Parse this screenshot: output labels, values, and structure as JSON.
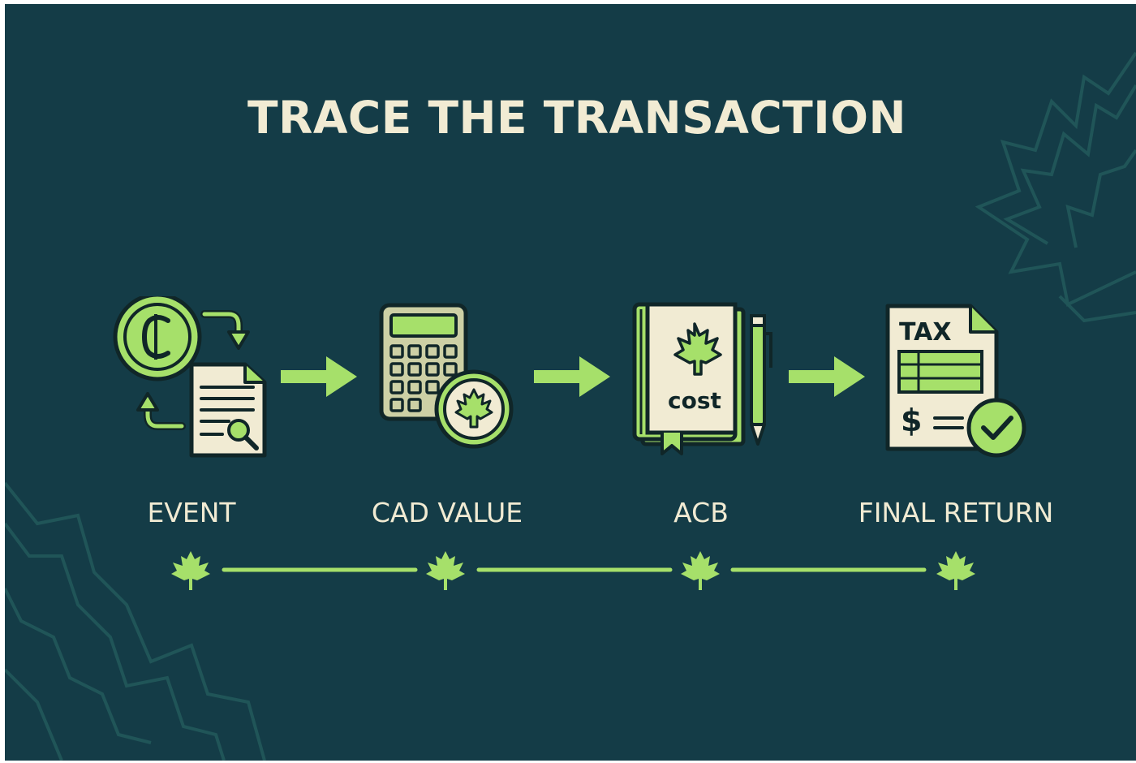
{
  "title": "TRACE THE TRANSACTION",
  "steps": [
    {
      "label": "EVENT",
      "icon": "crypto-exchange-document-icon"
    },
    {
      "label": "CAD VALUE",
      "icon": "calculator-maple-coin-icon"
    },
    {
      "label": "ACB",
      "icon": "cost-book-pencil-icon"
    },
    {
      "label": "FINAL RETURN",
      "icon": "tax-form-check-icon"
    }
  ],
  "icon_text": {
    "book": "cost",
    "tax_form": "TAX",
    "dollar": "$"
  },
  "colors": {
    "background": "#143c47",
    "accent_green": "#a6e06a",
    "cream": "#f1ebd3",
    "outline": "#102628"
  }
}
